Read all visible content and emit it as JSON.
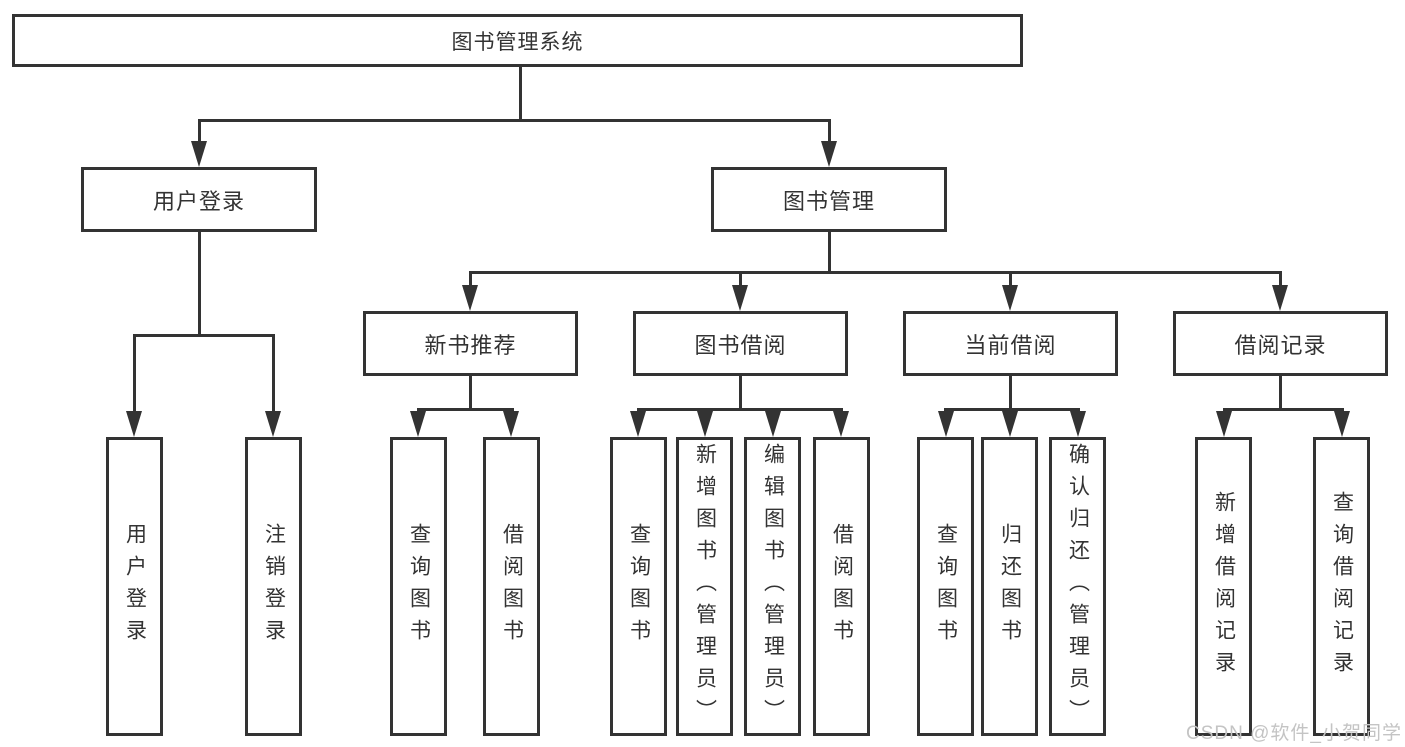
{
  "diagram_title": "图书管理系统",
  "tree": {
    "label": "图书管理系统",
    "children": [
      {
        "label": "用户登录",
        "children": [
          {
            "label": "用户登录"
          },
          {
            "label": "注销登录"
          }
        ]
      },
      {
        "label": "图书管理",
        "children": [
          {
            "label": "新书推荐",
            "children": [
              {
                "label": "查询图书"
              },
              {
                "label": "借阅图书"
              }
            ]
          },
          {
            "label": "图书借阅",
            "children": [
              {
                "label": "查询图书"
              },
              {
                "label": "新增图书（管理员）"
              },
              {
                "label": "编辑图书（管理员）"
              },
              {
                "label": "借阅图书"
              }
            ]
          },
          {
            "label": "当前借阅",
            "children": [
              {
                "label": "查询图书"
              },
              {
                "label": "归还图书"
              },
              {
                "label": "确认归还（管理员）"
              }
            ]
          },
          {
            "label": "借阅记录",
            "children": [
              {
                "label": "新增借阅记录"
              },
              {
                "label": "查询借阅记录"
              }
            ]
          }
        ]
      }
    ]
  },
  "watermark": {
    "text": "CSDN @软件_小贺同学",
    "color": "#c4c4c4"
  },
  "colors": {
    "line": "#333333",
    "text": "#333333",
    "background": "#ffffff"
  }
}
